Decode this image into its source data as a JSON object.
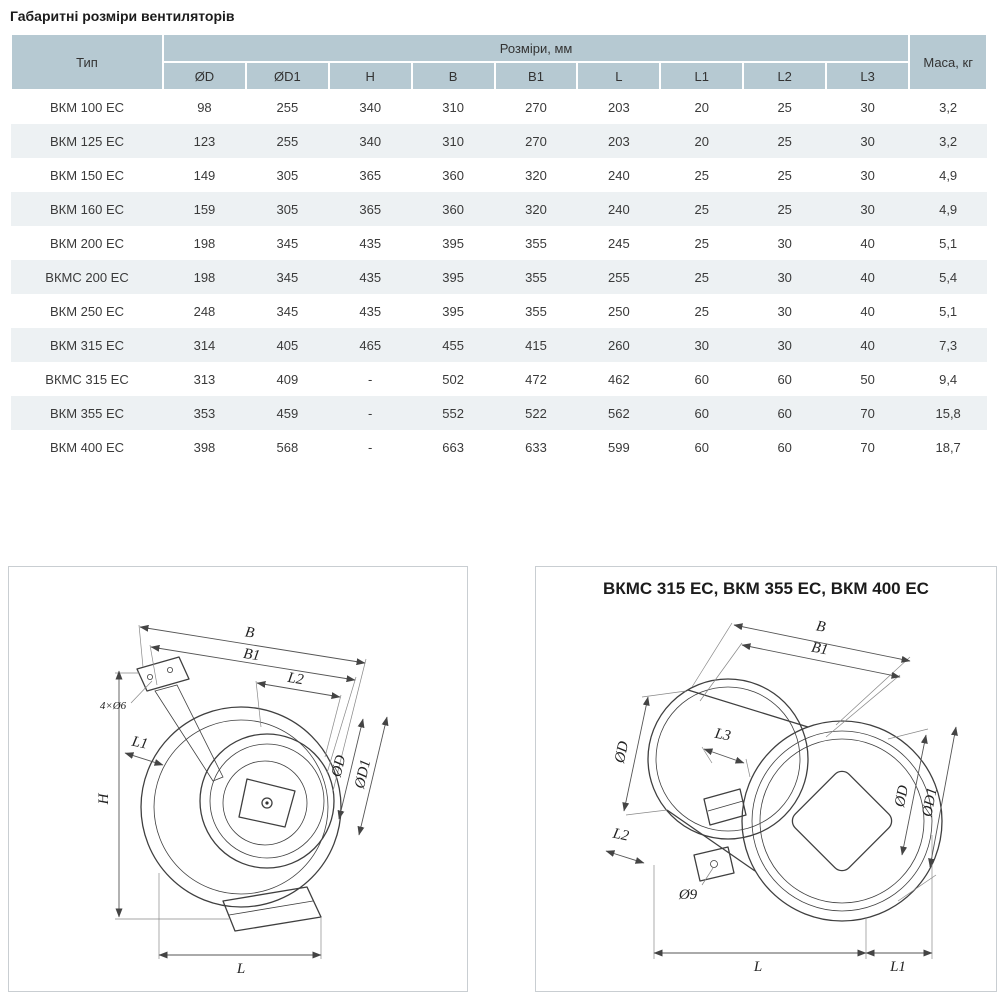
{
  "page": {
    "title": "Габаритні розміри вентиляторів"
  },
  "colors": {
    "header_bg": "#b6c9d2",
    "row_alt": "#edf1f3"
  },
  "table": {
    "col_type": "Тип",
    "dims_header": "Розміри, мм",
    "mass_header": "Маса, кг",
    "dim_cols": [
      "ØD",
      "ØD1",
      "H",
      "B",
      "B1",
      "L",
      "L1",
      "L2",
      "L3"
    ],
    "rows": [
      {
        "type": "ВКМ 100 ЕС",
        "values": [
          "98",
          "255",
          "340",
          "310",
          "270",
          "203",
          "20",
          "25",
          "30"
        ],
        "mass": "3,2"
      },
      {
        "type": "ВКМ 125 ЕС",
        "values": [
          "123",
          "255",
          "340",
          "310",
          "270",
          "203",
          "20",
          "25",
          "30"
        ],
        "mass": "3,2"
      },
      {
        "type": "ВКМ 150 ЕС",
        "values": [
          "149",
          "305",
          "365",
          "360",
          "320",
          "240",
          "25",
          "25",
          "30"
        ],
        "mass": "4,9"
      },
      {
        "type": "ВКМ 160 ЕС",
        "values": [
          "159",
          "305",
          "365",
          "360",
          "320",
          "240",
          "25",
          "25",
          "30"
        ],
        "mass": "4,9"
      },
      {
        "type": "ВКМ 200 ЕС",
        "values": [
          "198",
          "345",
          "435",
          "395",
          "355",
          "245",
          "25",
          "30",
          "40"
        ],
        "mass": "5,1"
      },
      {
        "type": "ВКМС 200 ЕС",
        "values": [
          "198",
          "345",
          "435",
          "395",
          "355",
          "255",
          "25",
          "30",
          "40"
        ],
        "mass": "5,4"
      },
      {
        "type": "ВКМ 250 ЕС",
        "values": [
          "248",
          "345",
          "435",
          "395",
          "355",
          "250",
          "25",
          "30",
          "40"
        ],
        "mass": "5,1"
      },
      {
        "type": "ВКМ 315 ЕС",
        "values": [
          "314",
          "405",
          "465",
          "455",
          "415",
          "260",
          "30",
          "30",
          "40"
        ],
        "mass": "7,3"
      },
      {
        "type": "ВКМС 315 ЕС",
        "values": [
          "313",
          "409",
          "-",
          "502",
          "472",
          "462",
          "60",
          "60",
          "50"
        ],
        "mass": "9,4"
      },
      {
        "type": "ВКМ 355 ЕС",
        "values": [
          "353",
          "459",
          "-",
          "552",
          "522",
          "562",
          "60",
          "60",
          "70"
        ],
        "mass": "15,8"
      },
      {
        "type": "ВКМ 400 ЕС",
        "values": [
          "398",
          "568",
          "-",
          "663",
          "633",
          "599",
          "60",
          "60",
          "70"
        ],
        "mass": "18,7"
      }
    ]
  },
  "drawings": {
    "left": {
      "labels": {
        "b": "B",
        "b1": "B1",
        "l2": "L2",
        "holes": "4×Ø6",
        "od": "ØD",
        "od1": "ØD1",
        "h": "H",
        "l1": "L1",
        "l": "L"
      }
    },
    "right": {
      "title": "ВКМС 315 ЕС,  ВКМ 355 ЕС, ВКМ 400 ЕС",
      "labels": {
        "b": "B",
        "b1": "B1",
        "od_left": "ØD",
        "l3": "L3",
        "l2": "L2",
        "d9": "Ø9",
        "l": "L",
        "l1": "L1",
        "od_right": "ØD",
        "od1": "ØD1"
      }
    }
  }
}
